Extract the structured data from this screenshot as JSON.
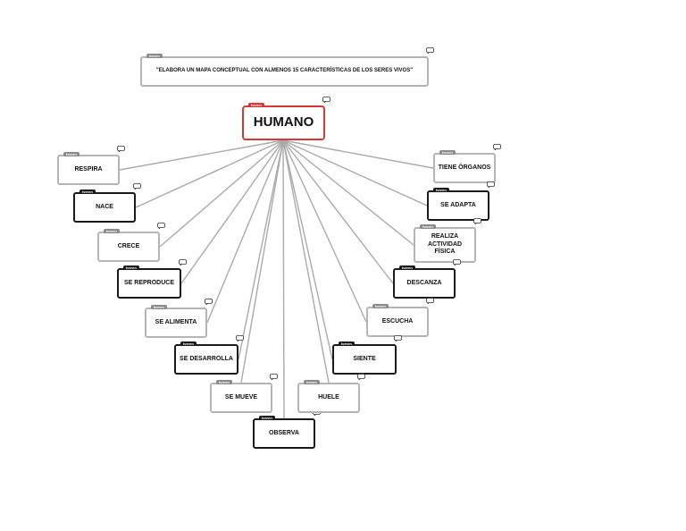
{
  "prompt": {
    "tag": "Iveren",
    "text": "\"ELABORA UN MAPA CONCEPTUAL CON ALMENOS 15 CARACTERÍSTICAS DE LOS SERES VIVOS\""
  },
  "central": {
    "tag": "Iveren",
    "text": "HUMANO"
  },
  "left_nodes": [
    {
      "tag": "Iveren",
      "text": "RESPIRA",
      "style": "light"
    },
    {
      "tag": "Iveren",
      "text": "NACE",
      "style": "dark"
    },
    {
      "tag": "Iveren",
      "text": "CRECE",
      "style": "light"
    },
    {
      "tag": "Iveren",
      "text": "SE REPRODUCE",
      "style": "dark"
    },
    {
      "tag": "Iveren",
      "text": "SE ALIMENTA",
      "style": "light"
    },
    {
      "tag": "Iveren",
      "text": "SE DESARROLLA",
      "style": "dark"
    },
    {
      "tag": "Iveren",
      "text": "SE MUEVE",
      "style": "light"
    },
    {
      "tag": "Iveren",
      "text": "OBSERVA",
      "style": "dark"
    }
  ],
  "right_nodes": [
    {
      "tag": "Iveren",
      "text": "TIENE ÓRGANOS",
      "style": "light"
    },
    {
      "tag": "Iveren",
      "text": "SE ADAPTA",
      "style": "dark"
    },
    {
      "tag": "Iveren",
      "text": "REALIZA ACTIVIDAD FÍSICA",
      "style": "light"
    },
    {
      "tag": "Iveren",
      "text": "DESCANZA",
      "style": "dark"
    },
    {
      "tag": "Iveren",
      "text": "ESCUCHA",
      "style": "light"
    },
    {
      "tag": "Iveren",
      "text": "SIENTE",
      "style": "dark"
    },
    {
      "tag": "Iveren",
      "text": "HUELE",
      "style": "light"
    }
  ],
  "colors": {
    "main_border": "#d23a3a",
    "dark_border": "#1a1a1a",
    "light_border": "#b5b5b5",
    "edge": "#aaaaaa"
  },
  "icons": {
    "node_icon": "comment-icon"
  }
}
